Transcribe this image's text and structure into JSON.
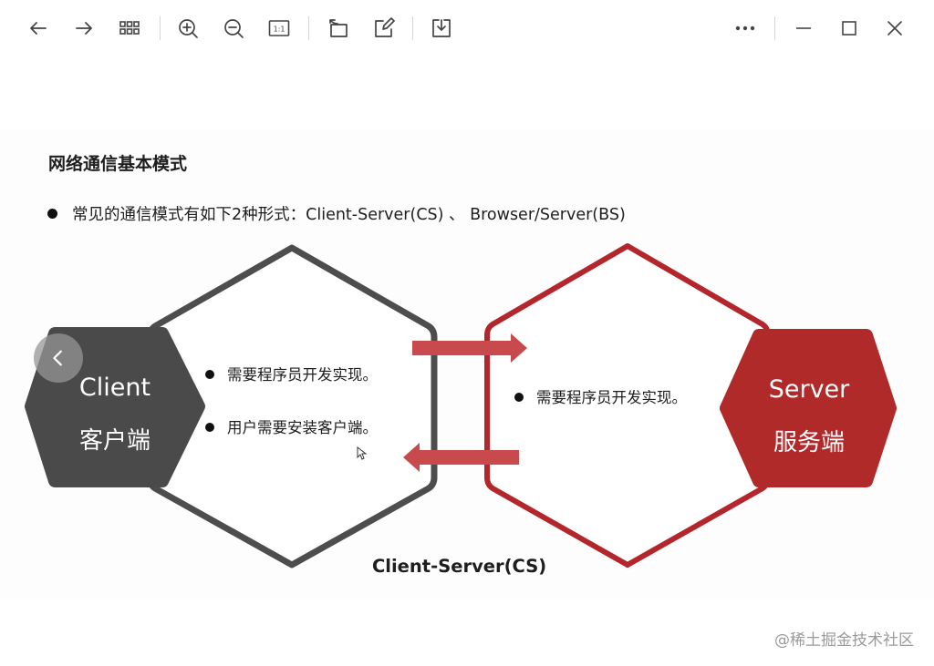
{
  "toolbar": {
    "left_icons": [
      "arrow-left-icon",
      "arrow-right-icon",
      "grid-icon",
      "zoom-in-icon",
      "zoom-out-icon",
      "actual-size-icon",
      "rotate-icon",
      "edit-icon",
      "download-icon"
    ],
    "actual_size_label": "1:1",
    "right_icons": [
      "more-icon",
      "minimize-icon",
      "maximize-icon",
      "close-icon"
    ]
  },
  "slide": {
    "heading": "网络通信基本模式",
    "bullet": "常见的通信模式有如下2种形式：Client-Server(CS) 、 Browser/Server(BS)",
    "client": {
      "title": "Client",
      "subtitle": "客户端",
      "bullets": [
        "需要程序员开发实现。",
        "用户需要安装客户端。"
      ],
      "color": "#4a4a4a"
    },
    "server": {
      "title": "Server",
      "subtitle": "服务端",
      "bullets": [
        "需要程序员开发实现。"
      ],
      "color": "#b02a2a"
    },
    "caption": "Client-Server(CS)"
  },
  "watermark": "@稀土掘金技术社区"
}
